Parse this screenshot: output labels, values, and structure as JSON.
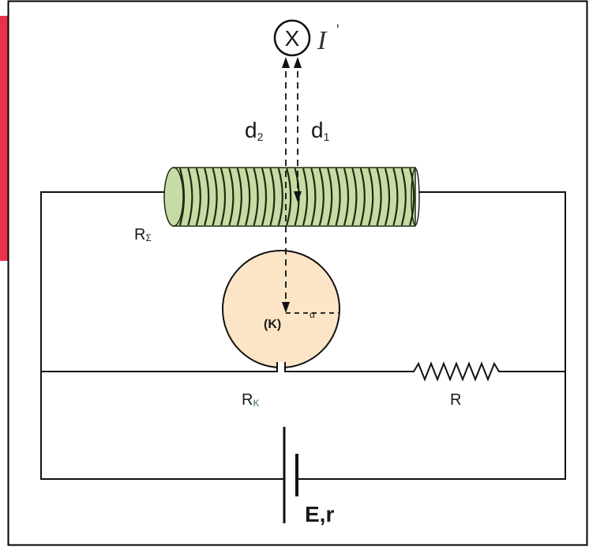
{
  "labels": {
    "current": "I",
    "current_prime": "'",
    "current_symbol": "X",
    "d2_base": "d",
    "d2_sub": "2",
    "d1_base": "d",
    "d1_sub": "1",
    "solenoid_resistance_base": "R",
    "solenoid_resistance_sub": "Σ",
    "loop_label": "(K)",
    "loop_radius": "α",
    "loop_resistance_base": "R",
    "loop_resistance_sub": "K",
    "resistor": "R",
    "battery": "E,r"
  },
  "colors": {
    "frame": "#000000",
    "accent_bar": "#e8324a",
    "solenoid_body": "#c7dba5",
    "solenoid_coil": "#1f2a12",
    "loop_fill": "#fbe5c6",
    "wire": "#111111"
  }
}
